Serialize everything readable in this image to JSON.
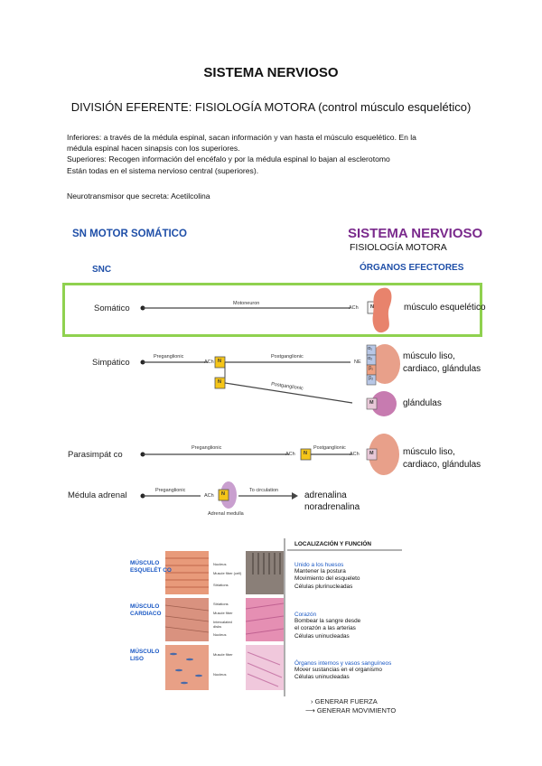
{
  "header": {
    "title": "SISTEMA NERVIOSO",
    "subtitle_main": "DIVISIÓN EFERENTE: FISIOLOGÍA MOTORA",
    "subtitle_paren": " (control músculo esquelético)"
  },
  "body": {
    "lines": [
      "Inferiores: a través de la médula espinal, sacan información y van hasta el músculo esquelético. En la",
      "médula espinal hacen sinapsis con los superiores.",
      "Superiores: Recogen información del encéfalo y por la médula espinal lo bajan al esclerotomo",
      "Están todas en el sistema nervioso central (superiores)."
    ],
    "neurotransmitter": "Neurotransmisor que secreta: Acetilcolina"
  },
  "diagram": {
    "left_title": "SN MOTOR SOMÁTICO",
    "right_title": "SISTEMA NERVIOSO",
    "right_subtitle": "FISIOLOGÍA MOTORA",
    "snc": "SNC",
    "organos": "ÓRGANOS EFECTORES",
    "rows": {
      "somatico": "Somático",
      "simpatico": "Simpático",
      "parasimpatico": "Parasimpát co",
      "medula": "Médula adrenal"
    },
    "small": {
      "motoneuron": "Motoneuron",
      "preganglionic": "Preganglionic",
      "postganglionic": "Postganglionic",
      "to_circulation": "To circulation",
      "adrenal_medulla": "Adrenal medulla",
      "ach": "ACh",
      "ne": "NE",
      "n": "N",
      "m": "M",
      "a1": "α₁",
      "a2": "α₂",
      "b1": "β₁",
      "b2": "β₂"
    },
    "effectors": {
      "esqueletico": "músculo esquelético",
      "liso1_a": "músculo liso,",
      "liso1_b": "cardiaco, glándulas",
      "glandulas": "glándulas",
      "liso2_a": "músculo liso,",
      "liso2_b": "cardiaco,  glándulas",
      "adrenalina": "adrenalina",
      "noradrenalina": "noradrenalina"
    },
    "colors": {
      "blue": "#1f4fa8",
      "purple": "#7a2a8c",
      "green": "#8fd14f",
      "organ": "#e8836c",
      "gland": "#c77bb0",
      "yellow": "#f5c518"
    }
  },
  "muscle_table": {
    "header": "LOCALIZACIÓN Y FUNCIÓN",
    "rows": [
      {
        "name_a": "MÚSCULO",
        "name_b": "ESQUELÉT CO",
        "blue": "Unido a los huesos",
        "lines": [
          "Mantener la postura",
          "Movimiento del esqueleto",
          "Células plurinucleadas"
        ],
        "labels": [
          "Nucleus",
          "Muscle fiber (cell)",
          "Striations"
        ]
      },
      {
        "name_a": "MÚSCULO",
        "name_b": "CARDIACO",
        "blue": "Corazón",
        "lines": [
          "Bombear la sangre desde",
          "el corazón a las arterias",
          "Células uninucleadas"
        ],
        "labels": [
          "Striations",
          "Muscle fiber",
          "Intercalated disks",
          "Nucleus"
        ]
      },
      {
        "name_a": "MÚSCULO",
        "name_b": "LISO",
        "blue": "Órganos internos y vasos sanguíneos",
        "lines": [
          "Mover sustancias en el organismo",
          "Células uninucleadas"
        ],
        "labels": [
          "Muscle fiber",
          "Nucleus"
        ]
      }
    ],
    "legend": [
      "GENERAR FUERZA",
      "GENERAR MOVIMIENTO"
    ]
  }
}
